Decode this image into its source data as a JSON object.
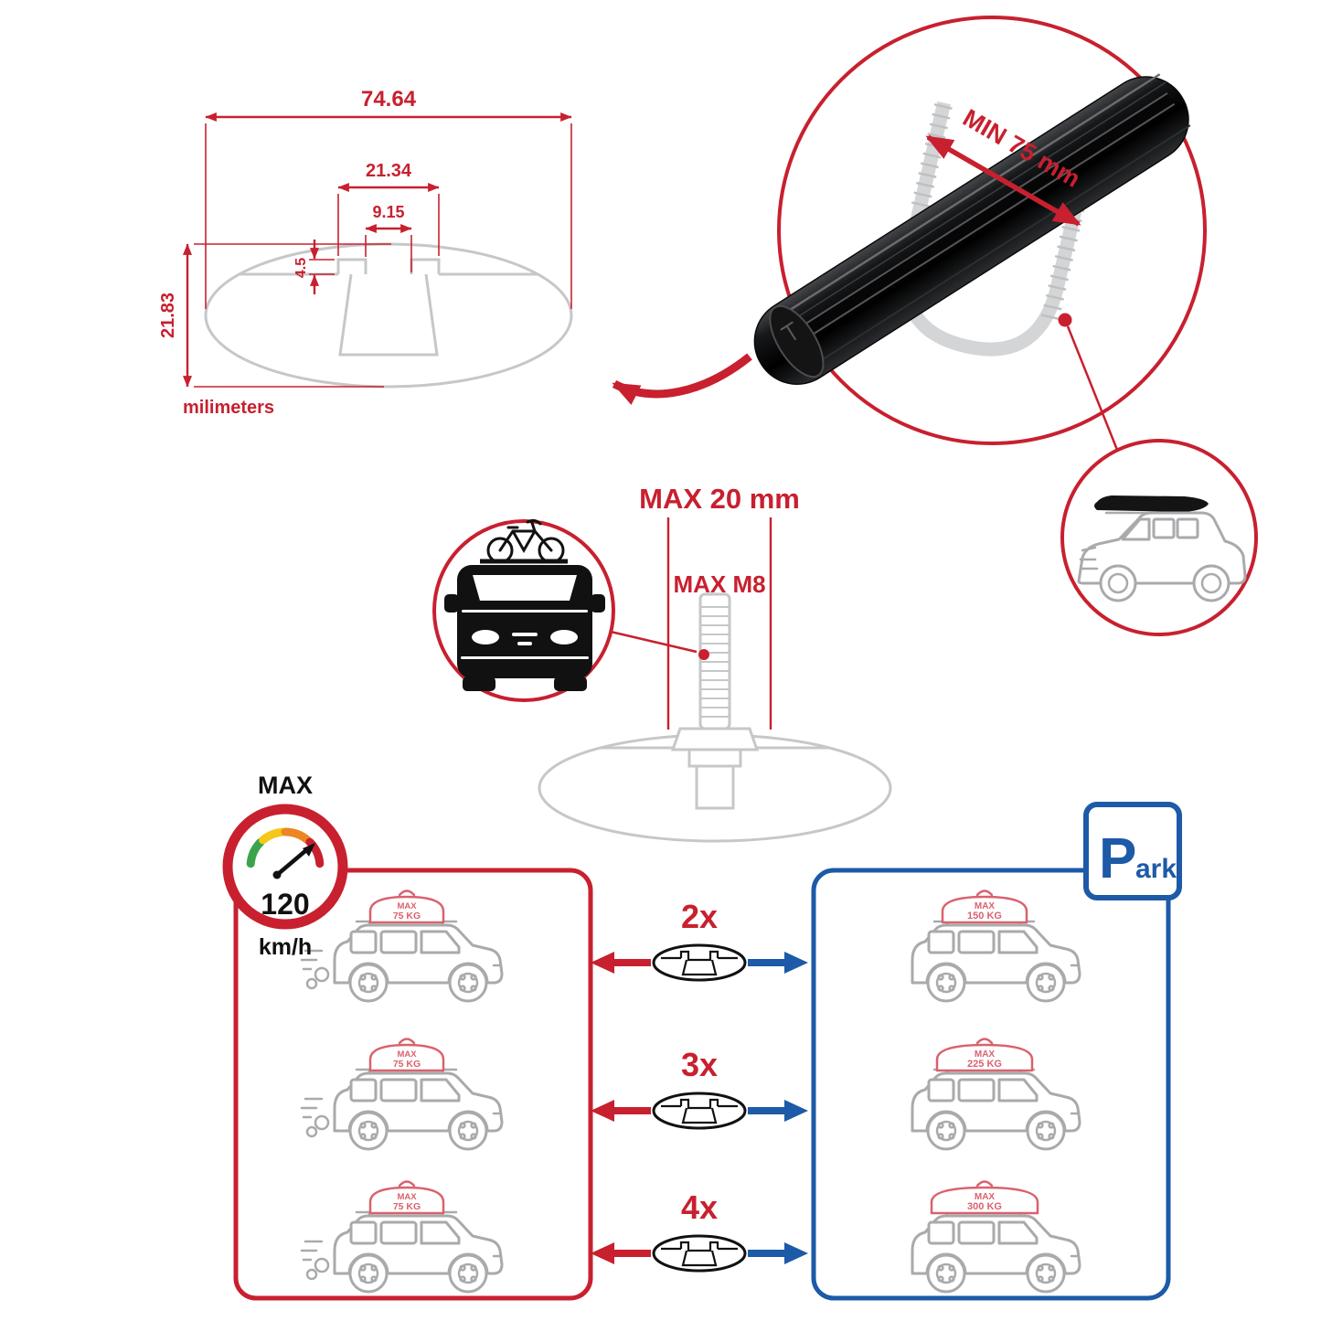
{
  "palette": {
    "red": "#C8202F",
    "blue": "#1D5AA7",
    "light_gray": "#C6C7C9",
    "outline_gray": "#A9AAAC",
    "black": "#111111",
    "dome_red": "#D9626E",
    "gauge_green": "#3BA44A",
    "gauge_yellow": "#F4C718",
    "gauge_orange": "#ED8622"
  },
  "icons": [
    "crossbar-cross-section-icon",
    "u-bolt-icon",
    "crossbar-3d-icon",
    "roof-box-suv-icon",
    "bicycle-icon",
    "car-front-icon",
    "t-bolt-icon",
    "speedometer-icon",
    "parking-sign-icon",
    "suv-side-icon",
    "exhaust-smoke-icon",
    "arrow-left-icon",
    "arrow-right-icon",
    "curved-arrow-icon"
  ],
  "dimension_diagram": {
    "total_width": "74.64",
    "channel_width": "21.34",
    "slot_width": "9.15",
    "lip_height": "4.5",
    "total_height": "21.83",
    "units_label": "milimeters"
  },
  "clamp_detail": {
    "min_span_label": "MIN 75 mm"
  },
  "bolt_detail": {
    "max_length_label": "MAX 20 mm",
    "max_thread_label": "MAX M8"
  },
  "speed_limit": {
    "label": "MAX",
    "value": "120",
    "unit": "km/h"
  },
  "parking_sign": {
    "letter": "P",
    "suffix": "ark"
  },
  "multipliers": [
    {
      "label": "2x"
    },
    {
      "label": "3x"
    },
    {
      "label": "4x"
    }
  ],
  "left_panel": {
    "cars": [
      {
        "max_label": "MAX",
        "load": "75 KG"
      },
      {
        "max_label": "MAX",
        "load": "75 KG"
      },
      {
        "max_label": "MAX",
        "load": "75 KG"
      }
    ]
  },
  "right_panel": {
    "cars": [
      {
        "max_label": "MAX",
        "load": "150 KG"
      },
      {
        "max_label": "MAX",
        "load": "225 KG"
      },
      {
        "max_label": "MAX",
        "load": "300 KG"
      }
    ]
  }
}
